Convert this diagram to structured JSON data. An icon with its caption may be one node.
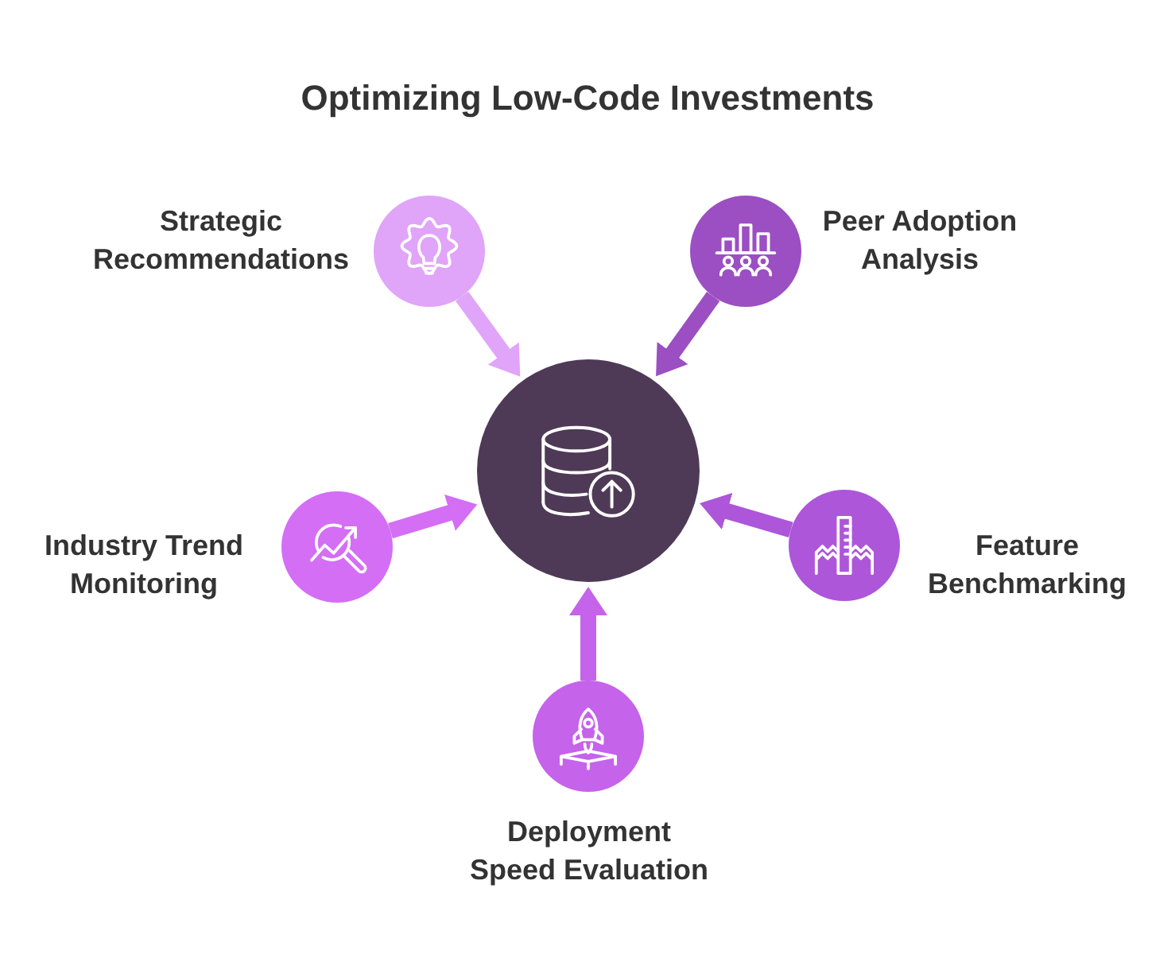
{
  "diagram": {
    "title": "Optimizing Low-Code Investments",
    "nodes": [
      {
        "text": [],
        "shape": "circle",
        "beside": [
          "Strategic Recommendations"
        ]
      },
      {
        "text": [],
        "shape": "circle",
        "beside": [
          "Peer Adoption Analysis"
        ]
      },
      {
        "text": [],
        "shape": "circle"
      },
      {
        "text": [],
        "shape": "circle",
        "beside": [
          "Industry Trend Monitoring"
        ]
      },
      {
        "text": [],
        "shape": "circle",
        "beside": [
          "Feature Benchmarking"
        ]
      },
      {
        "text": [],
        "shape": "circle",
        "beside": [
          "Deployment Speed Evaluation"
        ]
      }
    ],
    "edges": [
      {
        "from": 0,
        "to": 2,
        "arrow": "to",
        "color": "#e0a4f8"
      },
      {
        "from": 1,
        "to": 2,
        "arrow": "to",
        "color": "#9b4fc3"
      },
      {
        "from": 3,
        "to": 2,
        "arrow": "to",
        "color": "#d46ef5"
      },
      {
        "from": 4,
        "to": 2,
        "arrow": "to",
        "color": "#ad56da"
      },
      {
        "from": 5,
        "to": 2,
        "arrow": "to",
        "color": "#c563eb"
      }
    ]
  }
}
